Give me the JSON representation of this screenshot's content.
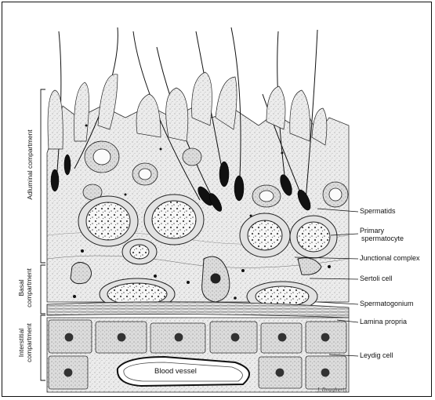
{
  "labels": {
    "spermatids": "Spermatids",
    "primary_spermatocyte": "Primary spermatocyte",
    "primary_line1": "Primary",
    "primary_line2": "spermatocyte",
    "junctional_complex": "Junctional complex",
    "sertoli_cell": "Sertoli cell",
    "spermatogonium": "Spermatogonium",
    "lamina_propria": "Lamina propria",
    "leydig_cell": "Leydig cell",
    "blood_vessel": "Blood vessel"
  },
  "compartments": {
    "adluminal": "Adluminal compartment",
    "basal_line1": "Basal",
    "basal_line2": "compartment",
    "interstitial_line1": "Interstitial",
    "interstitial_line2": "compartment"
  },
  "signature": "J. Dougherty",
  "colors": {
    "ink": "#111111",
    "stipple": "#b8b8b8",
    "cell_fill": "#e9e9e9",
    "nucleus_fill": "#f6f6f6",
    "background": "#ffffff"
  }
}
